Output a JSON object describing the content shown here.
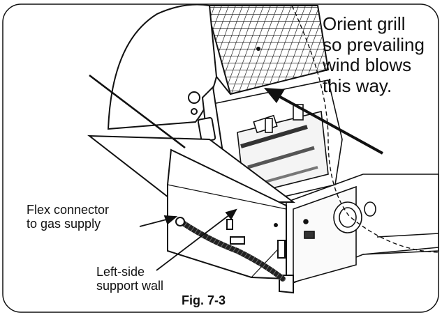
{
  "callouts": {
    "orient_note": [
      "Orient grill",
      "so prevailing",
      "wind blows",
      "this way."
    ],
    "flex_connector": [
      "Flex connector",
      "to gas supply"
    ],
    "support_wall": [
      "Left-side",
      "support wall"
    ]
  },
  "figure_label": "Fig. 7-3"
}
